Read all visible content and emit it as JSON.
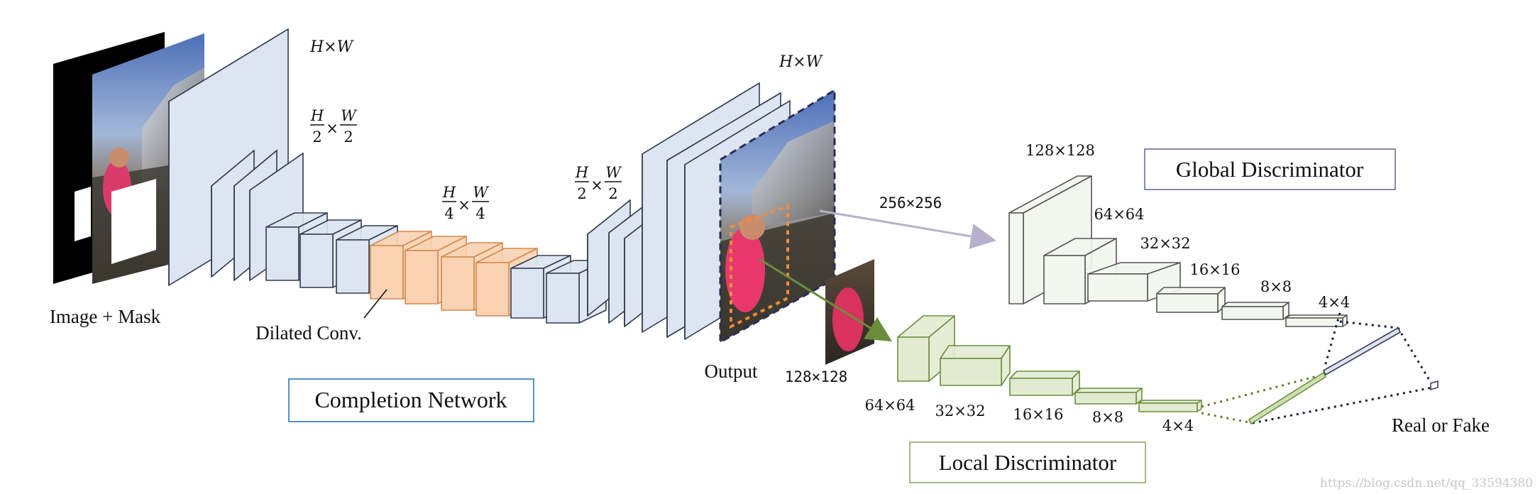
{
  "labels": {
    "input": "Image + Mask",
    "dilated": "Dilated Conv.",
    "completion": "Completion Network",
    "output": "Output",
    "output_size": "128×128",
    "global_disc": "Global Discriminator",
    "local_disc": "Local Discriminator",
    "real_fake": "Real or Fake",
    "global_input_size": "256×256",
    "watermark": "https://blog.csdn.net/qq_33594380"
  },
  "dims": {
    "hw_top": "H×W",
    "hw_out": "H×W",
    "h2": "H",
    "w2": "W",
    "two": "2",
    "h4": "H",
    "w4": "W",
    "four": "4",
    "times": "×"
  },
  "global_sizes": [
    "128×128",
    "64×64",
    "32×32",
    "16×16",
    "8×8",
    "4×4"
  ],
  "local_sizes": [
    "64×64",
    "32×32",
    "16×16",
    "8×8",
    "4×4"
  ],
  "colors": {
    "block_fill": "#dce5f1",
    "block_stroke": "#323a50",
    "dilated_fill": "#f9d3b3",
    "dilated_stroke": "#d3884d",
    "global_fill": "#f3f6ee",
    "global_stroke": "#555555",
    "local_fill": "#e2ebd1",
    "local_stroke": "#6b8e3c",
    "completion_box": "#2e75b6",
    "local_box": "#8caa63",
    "global_box": "#6a6a9a"
  }
}
